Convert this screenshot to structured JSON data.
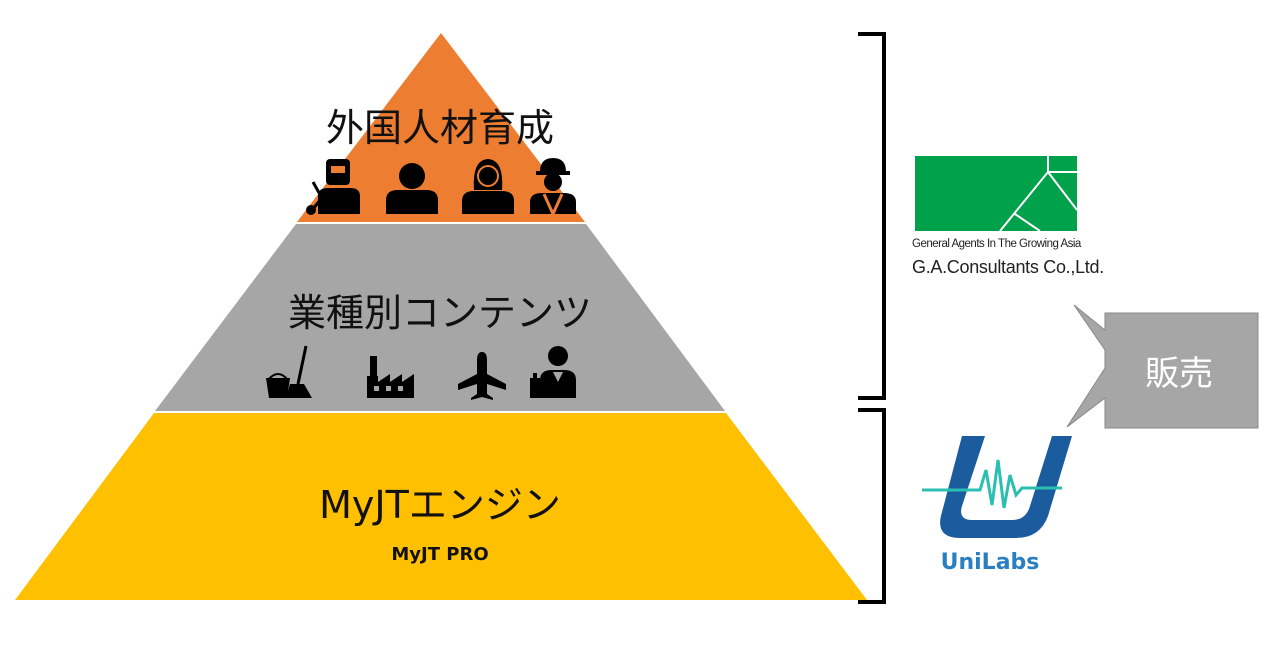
{
  "pyramid": {
    "top": {
      "title": "外国人材育成",
      "color": "#ED7D31",
      "icons": [
        "welder-icon",
        "male-worker-icon",
        "female-worker-icon",
        "construction-worker-icon"
      ]
    },
    "middle": {
      "title": "業種別コンテンツ",
      "color": "#A6A6A6",
      "icons": [
        "cleaning-icon",
        "factory-icon",
        "airplane-icon",
        "waiter-icon"
      ]
    },
    "bottom": {
      "title": "MyJTエンジン",
      "subtitle": "MyJT PRO",
      "color": "#FFC000"
    }
  },
  "partners": {
    "gac": {
      "tagline": "General Agents In The Growing Asia",
      "name": "G.A.Consultants Co.,Ltd.",
      "color": "#00A14B"
    },
    "unilabs": {
      "name": "UniLabs",
      "color": "#2A7FC0"
    }
  },
  "callout": {
    "label": "販売",
    "color": "#A6A6A6"
  }
}
